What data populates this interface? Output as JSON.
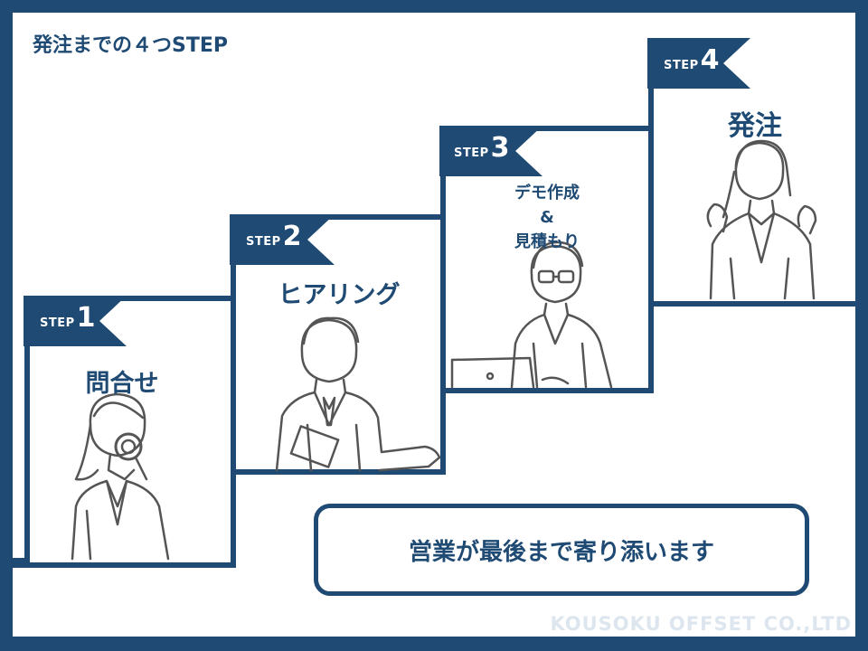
{
  "title": "発注までの４つSTEP",
  "steps": [
    {
      "prefix": "STEP",
      "number": "1",
      "label": "問合せ"
    },
    {
      "prefix": "STEP",
      "number": "2",
      "label": "ヒアリング"
    },
    {
      "prefix": "STEP",
      "number": "3",
      "label_line1": "デモ作成",
      "label_line2": "&",
      "label_line3": "見積もり"
    },
    {
      "prefix": "STEP",
      "number": "4",
      "label": "発注"
    }
  ],
  "banner": "営業が最後まで寄り添います",
  "footer": "KOUSOKU OFFSET CO.,LTD",
  "colors": {
    "navy": "#1f4a73",
    "line": "#555555"
  }
}
